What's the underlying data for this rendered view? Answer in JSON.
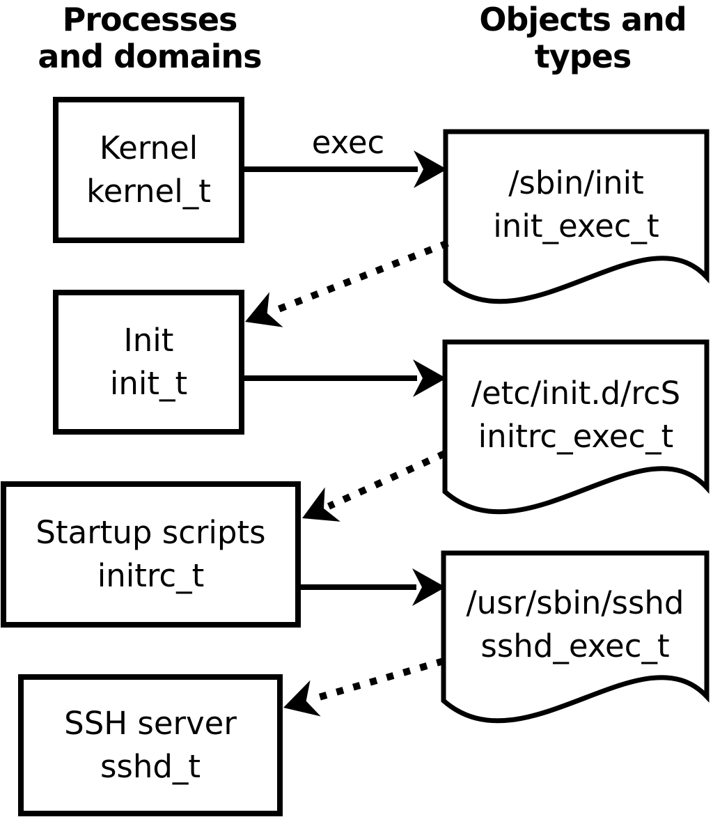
{
  "headers": {
    "left": {
      "line1": "Processes",
      "line2": "and domains"
    },
    "right": {
      "line1": "Objects and",
      "line2": "types"
    }
  },
  "processes": [
    {
      "name": "Kernel",
      "type": "kernel_t"
    },
    {
      "name": "Init",
      "type": "init_t"
    },
    {
      "name": "Startup scripts",
      "type": "initrc_t"
    },
    {
      "name": "SSH server",
      "type": "sshd_t"
    }
  ],
  "objects": [
    {
      "path": "/sbin/init",
      "type": "init_exec_t"
    },
    {
      "path": "/etc/init.d/rcS",
      "type": "initrc_exec_t"
    },
    {
      "path": "/usr/sbin/sshd",
      "type": "sshd_exec_t"
    }
  ],
  "edges": {
    "exec_label": "exec",
    "solid": [
      {
        "from": "kernel_t",
        "to": "init_exec_t",
        "label": "exec"
      },
      {
        "from": "init_t",
        "to": "initrc_exec_t",
        "label": ""
      },
      {
        "from": "initrc_t",
        "to": "sshd_exec_t",
        "label": ""
      }
    ],
    "dotted": [
      {
        "from": "init_exec_t",
        "to": "init_t"
      },
      {
        "from": "initrc_exec_t",
        "to": "initrc_t"
      },
      {
        "from": "sshd_exec_t",
        "to": "sshd_t"
      }
    ]
  },
  "colors": {
    "line": "#000000",
    "background": "#ffffff"
  }
}
